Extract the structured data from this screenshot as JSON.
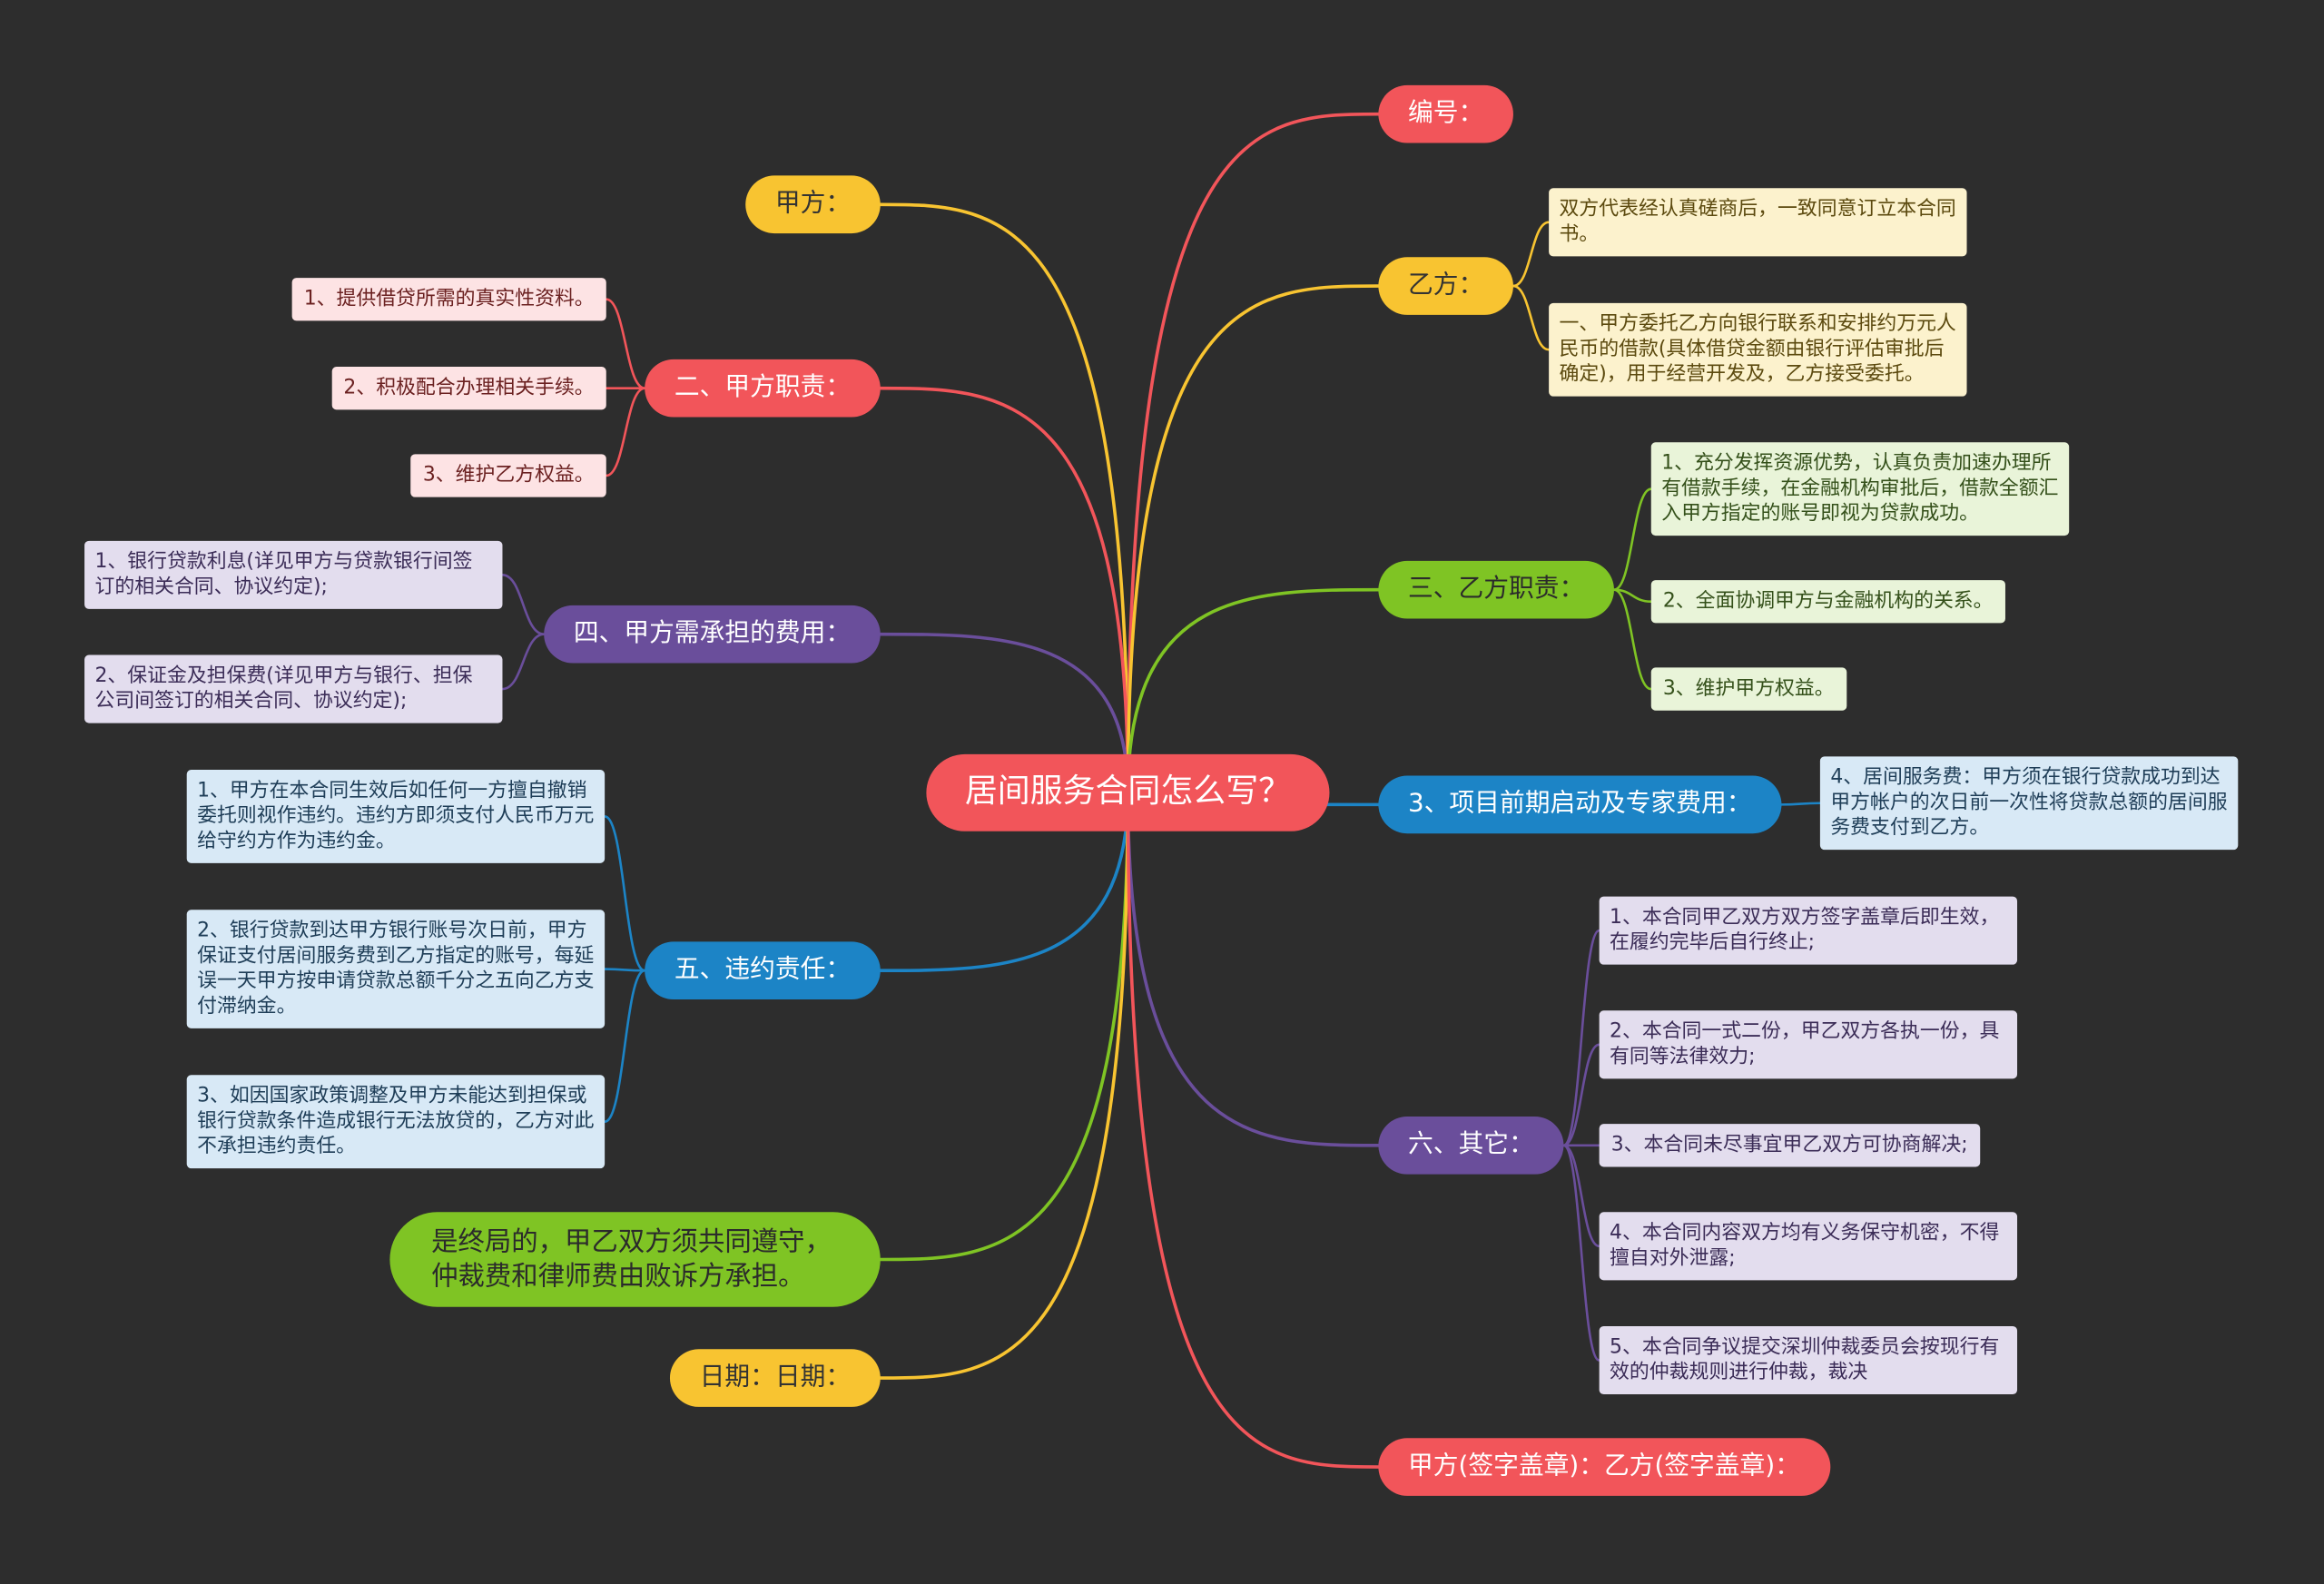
{
  "central_topic": "居间服务合同怎么写？",
  "colors": {
    "background": "#2d2d2d",
    "red": "#f2555a",
    "yellow": "#f8c431",
    "green": "#7fc424",
    "blue": "#1c84c6",
    "purple": "#6a4e9b",
    "red_light": "#fde3e4",
    "yellow_light": "#fcf2cd",
    "green_light": "#e9f4d9",
    "blue_light": "#d8e9f6",
    "purple_light": "#e3ddee"
  },
  "left_branches": {
    "party_a": {
      "label": "甲方："
    },
    "party_a_duties": {
      "label": "二、甲方职责：",
      "items": [
        "1、提供借贷所需的真实性资料。",
        "2、积极配合办理相关手续。",
        "3、维护乙方权益。"
      ]
    },
    "party_a_fees": {
      "label": "四、甲方需承担的费用：",
      "items": [
        "1、银行贷款利息(详见甲方与贷款银行间签订的相关合同、协议约定);",
        "2、保证金及担保费(详见甲方与银行、担保公司间签订的相关合同、协议约定);"
      ]
    },
    "breach_liability": {
      "label": "五、违约责任：",
      "items": [
        "1、甲方在本合同生效后如任何一方擅自撤销委托则视作违约。违约方即须支付人民币万元给守约方作为违约金。",
        "2、银行贷款到达甲方银行账号次日前，甲方保证支付居间服务费到乙方指定的账号，每延误一天甲方按申请贷款总额千分之五向乙方支付滞纳金。",
        "3、如因国家政策调整及甲方未能达到担保或银行贷款条件造成银行无法放贷的，乙方对此不承担违约责任。"
      ]
    },
    "arbitration_note": {
      "label": "是终局的，甲乙双方须共同遵守，仲裁费和律师费由败诉方承担。"
    },
    "date": {
      "label": "日期：日期："
    }
  },
  "right_branches": {
    "contract_number": {
      "label": "编号："
    },
    "party_b": {
      "label": "乙方：",
      "items": [
        "双方代表经认真磋商后，一致同意订立本合同书。",
        "一、甲方委托乙方向银行联系和安排约万元人民币的借款(具体借贷金额由银行评估审批后确定)，用于经营开发及，乙方接受委托。"
      ]
    },
    "party_b_duties": {
      "label": "三、乙方职责：",
      "items": [
        "1、充分发挥资源优势，认真负责加速办理所有借款手续，在金融机构审批后，借款全额汇入甲方指定的账号即视为贷款成功。",
        "2、全面协调甲方与金融机构的关系。",
        "3、维护甲方权益。"
      ]
    },
    "project_fees": {
      "label": "3、项目前期启动及专家费用：",
      "items": [
        "4、居间服务费：甲方须在银行贷款成功到达甲方帐户的次日前一次性将贷款总额的居间服务费支付到乙方。"
      ]
    },
    "other": {
      "label": "六、其它：",
      "items": [
        "1、本合同甲乙双方双方签字盖章后即生效，在履约完毕后自行终止;",
        "2、本合同一式二份，甲乙双方各执一份，具有同等法律效力;",
        "3、本合同未尽事宜甲乙双方可协商解决;",
        "4、本合同内容双方均有义务保守机密，不得擅自对外泄露;",
        "5、本合同争议提交深圳仲裁委员会按现行有效的仲裁规则进行仲裁，裁决"
      ]
    },
    "signature": {
      "label": "甲方(签字盖章)：乙方(签字盖章)："
    }
  }
}
